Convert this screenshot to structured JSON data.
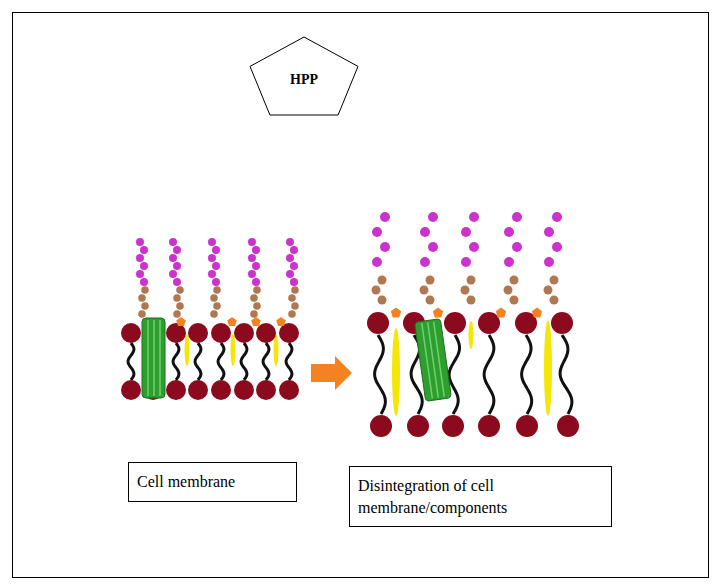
{
  "diagram": {
    "nodes": [
      {
        "text": [
          "HPP"
        ]
      },
      {
        "text": [
          "Cell membrane"
        ]
      },
      {
        "text": [
          "Disintegration of cell membrane/components"
        ]
      }
    ]
  }
}
